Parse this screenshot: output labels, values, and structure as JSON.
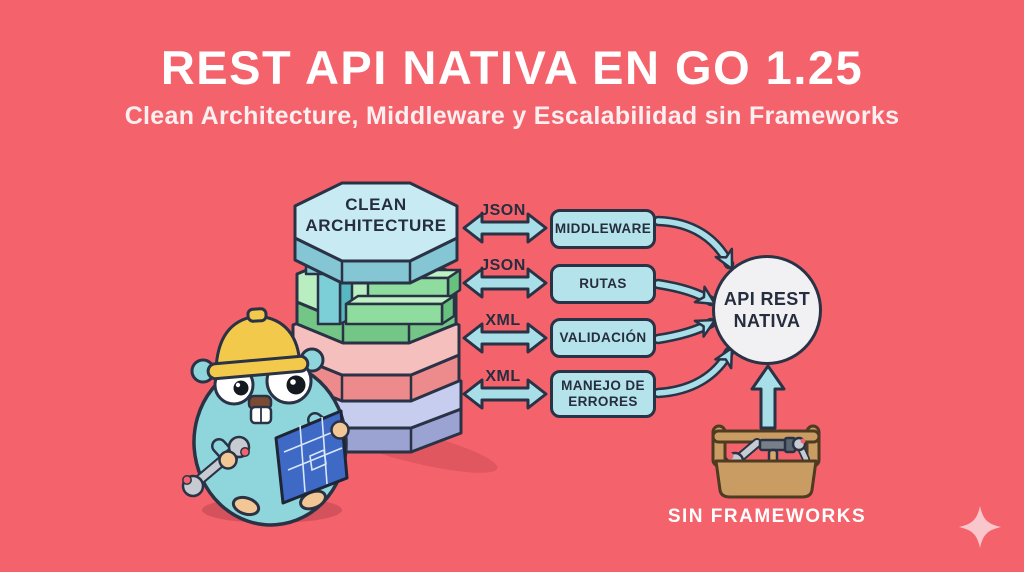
{
  "header": {
    "title": "REST API NATIVA EN GO 1.25",
    "subtitle": "Clean Architecture, Middleware y Escalabilidad sin Frameworks"
  },
  "diagram": {
    "stack_label": "CLEAN ARCHITECTURE",
    "rows": [
      {
        "protocol": "JSON",
        "box_label": "MIDDLEWARE"
      },
      {
        "protocol": "JSON",
        "box_label": "RUTAS"
      },
      {
        "protocol": "XML",
        "box_label": "VALIDACIÓN"
      },
      {
        "protocol": "XML",
        "box_label": "MANEJO DE ERRORES"
      }
    ],
    "target_label": "API REST NATIVA",
    "toolbox_caption": "SIN FRAMEWORKS"
  },
  "icons": {
    "mascot": "go-gopher-builder-icon",
    "toolbox": "toolbox-icon",
    "sparkle": "sparkle-icon"
  },
  "colors": {
    "background": "#F4636C",
    "outline_dark": "#2A3245",
    "text_dark": "#252D3E",
    "text_light": "#FFFFFF",
    "node_fill": "#B5E3EB",
    "arrow_fill": "#A8DEE8",
    "circle_fill": "#F1F1F4",
    "stack_top_blue": "#C8EAF2",
    "stack_green": "#B9EEC1",
    "stack_pink": "#F5BFBE",
    "stack_lavender": "#C7CDEF",
    "gopher_teal": "#8ED6DB",
    "hat_yellow": "#F3C94B",
    "blueprint_blue": "#3E69C5",
    "toolbox_tan": "#C99C63",
    "sparkle_pink": "#F9C7CB"
  }
}
